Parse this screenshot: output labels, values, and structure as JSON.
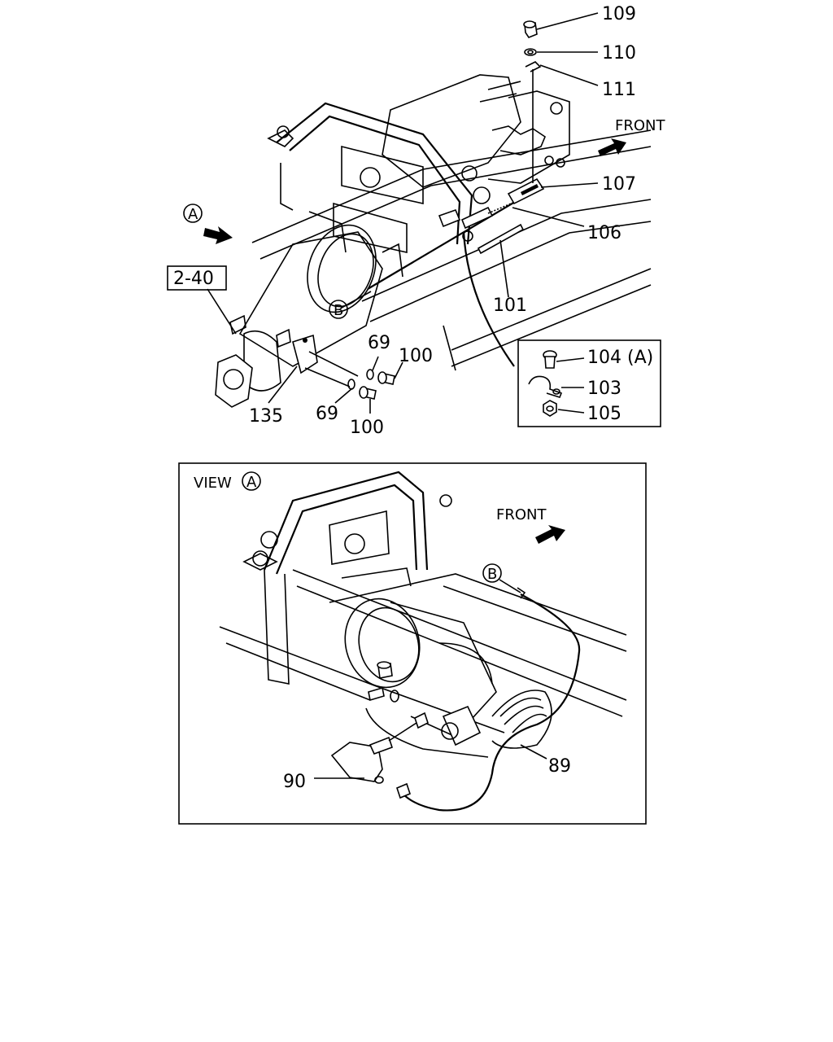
{
  "upper_view": {
    "callouts": {
      "p109": "109",
      "p110": "110",
      "p111": "111",
      "p107": "107",
      "p106": "106",
      "p101": "101",
      "p100a": "100",
      "p100b": "100",
      "p69a": "69",
      "p69b": "69",
      "p135": "135"
    },
    "front_label": "FRONT",
    "view_marker": "A",
    "ref_box": "2-40",
    "cable_marker": "B",
    "inset": {
      "p104": "104 (A)",
      "p103": "103",
      "p105": "105"
    }
  },
  "lower_view": {
    "title": "VIEW",
    "title_marker": "A",
    "front_label": "FRONT",
    "cable_marker": "B",
    "callouts": {
      "p90": "90",
      "p89": "89"
    }
  }
}
